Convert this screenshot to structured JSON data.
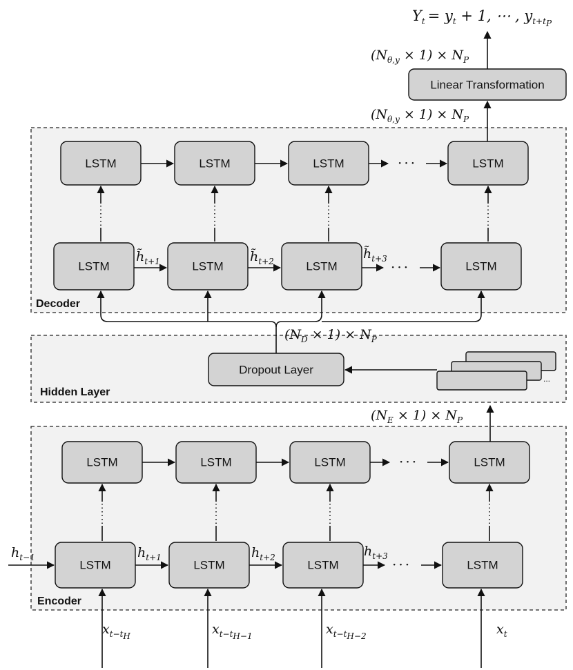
{
  "output": {
    "label": "Y",
    "label_sub": "t",
    "formula": "= y",
    "formula_sub": "t",
    "formula_rest": " + 1, ⋯ , y",
    "formula_sub2": "t+t",
    "formula_sub3": "P"
  },
  "linear": {
    "label": "Linear Transformation",
    "out_dim": "(N",
    "out_dim_sub": "θ,y",
    "out_dim_rest": " × 1) × N",
    "out_dim_sub2": "P",
    "in_dim": "(N",
    "in_dim_sub": "θ,y",
    "in_dim_rest": " × 1) × N",
    "in_dim_sub2": "P"
  },
  "decoder": {
    "title": "Decoder",
    "top_row": [
      "LSTM",
      "LSTM",
      "LSTM",
      "LSTM"
    ],
    "bottom_row": [
      "LSTM",
      "LSTM",
      "LSTM",
      "LSTM"
    ],
    "hidden": [
      {
        "sym": "h̃",
        "sub": "t+1"
      },
      {
        "sym": "h̃",
        "sub": "t+2"
      },
      {
        "sym": "h̃",
        "sub": "t+3"
      }
    ],
    "ellipsis": "···"
  },
  "hidden_layer": {
    "title": "Hidden Layer",
    "dropout_label": "Dropout Layer",
    "dim": "(N",
    "dim_sub": "D",
    "dim_rest": " × 1) × N",
    "dim_sub2": "P",
    "stack_ellipsis": "..."
  },
  "encoder": {
    "title": "Encoder",
    "out_dim": "(N",
    "out_dim_sub": "E",
    "out_dim_rest": " × 1) × N",
    "out_dim_sub2": "P",
    "top_row": [
      "LSTM",
      "LSTM",
      "LSTM",
      "LSTM"
    ],
    "bottom_row": [
      "LSTM",
      "LSTM",
      "LSTM",
      "LSTM"
    ],
    "h_in": {
      "sym": "h",
      "sub": "t−1"
    },
    "hidden": [
      {
        "sym": "h",
        "sub": "t+1"
      },
      {
        "sym": "h",
        "sub": "t+2"
      },
      {
        "sym": "h",
        "sub": "t+3"
      }
    ],
    "inputs": [
      {
        "sym": "x",
        "sub": "t−t",
        "sub2": "H"
      },
      {
        "sym": "x",
        "sub": "t−t",
        "sub2": "H−1"
      },
      {
        "sym": "x",
        "sub": "t−t",
        "sub2": "H−2"
      },
      {
        "sym": "x",
        "sub": "t",
        "sub2": ""
      }
    ],
    "ellipsis": "···"
  }
}
